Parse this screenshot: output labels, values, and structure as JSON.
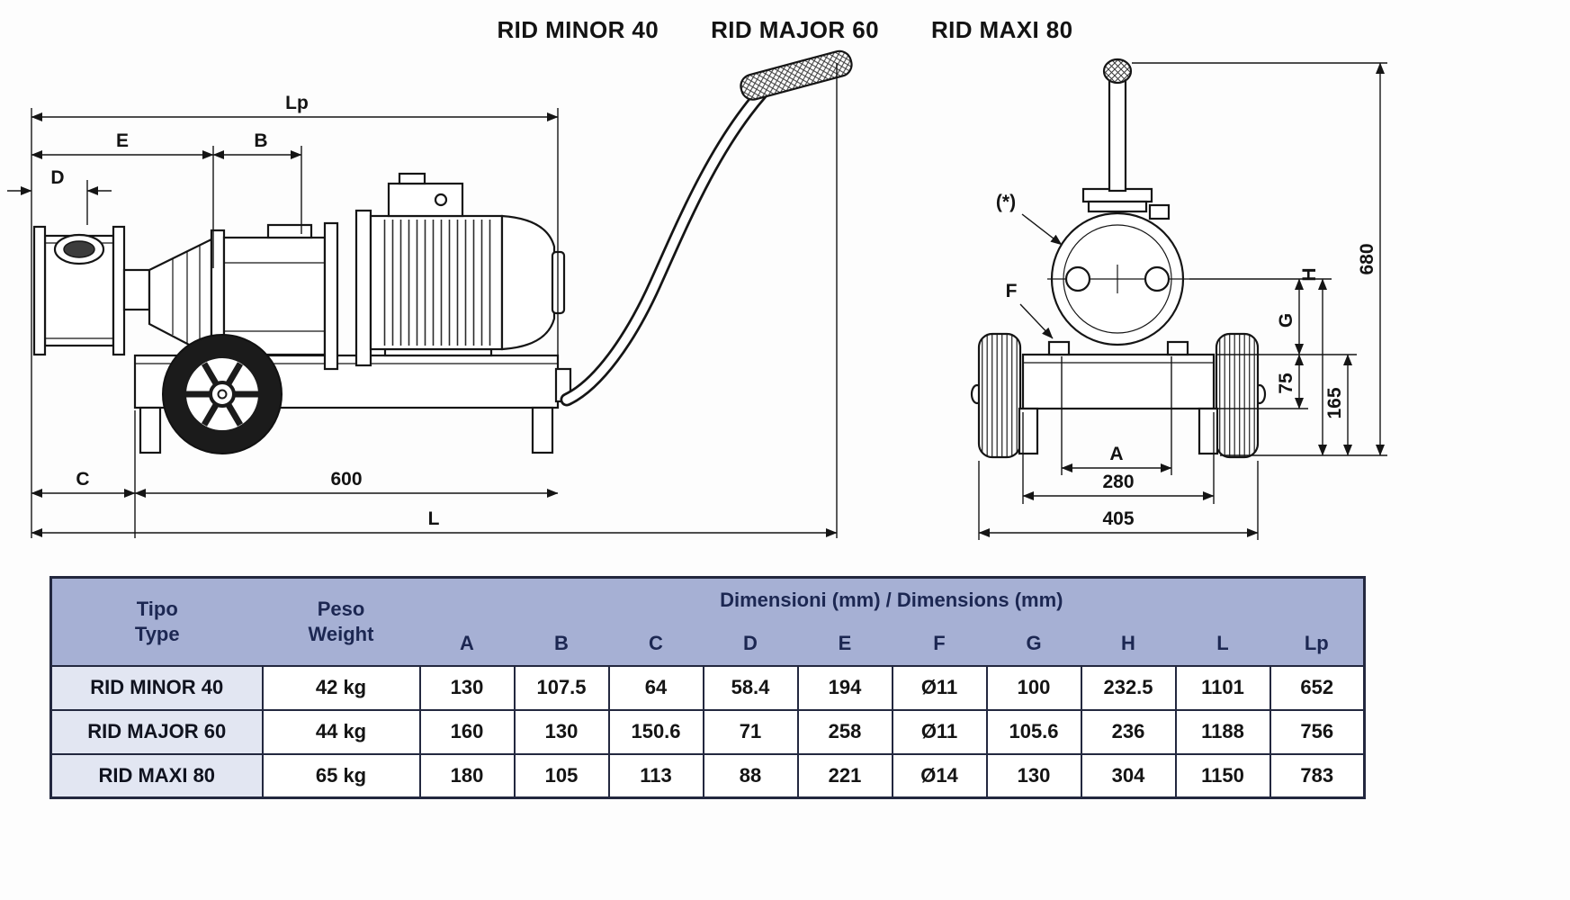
{
  "titles": {
    "minor": "RID MINOR 40",
    "major": "RID MAJOR 60",
    "maxi": "RID MAXI 80"
  },
  "side_view": {
    "lp": "Lp",
    "e": "E",
    "b": "B",
    "d": "D",
    "c": "C",
    "base_length": "600",
    "l": "L"
  },
  "front_view": {
    "star_note": "(*)",
    "f": "F",
    "height_total": "680",
    "h": "H",
    "g": "G",
    "base_height": "75",
    "ground_to_base": "165",
    "a": "A",
    "foot_span": "280",
    "overall_width": "405"
  },
  "table": {
    "type_header": {
      "line1": "Tipo",
      "line2": "Type"
    },
    "weight_header": {
      "line1": "Peso",
      "line2": "Weight"
    },
    "dims_header": "Dimensioni (mm) / Dimensions (mm)",
    "dim_cols": [
      "A",
      "B",
      "C",
      "D",
      "E",
      "F",
      "G",
      "H",
      "L",
      "Lp"
    ],
    "rows": [
      {
        "type": "RID MINOR 40",
        "weight": "42 kg",
        "dims": [
          "130",
          "107.5",
          "64",
          "58.4",
          "194",
          "Ø11",
          "100",
          "232.5",
          "1101",
          "652"
        ]
      },
      {
        "type": "RID MAJOR 60",
        "weight": "44 kg",
        "dims": [
          "160",
          "130",
          "150.6",
          "71",
          "258",
          "Ø11",
          "105.6",
          "236",
          "1188",
          "756"
        ]
      },
      {
        "type": "RID MAXI 80",
        "weight": "65 kg",
        "dims": [
          "180",
          "105",
          "113",
          "88",
          "221",
          "Ø14",
          "130",
          "304",
          "1150",
          "783"
        ]
      }
    ]
  }
}
